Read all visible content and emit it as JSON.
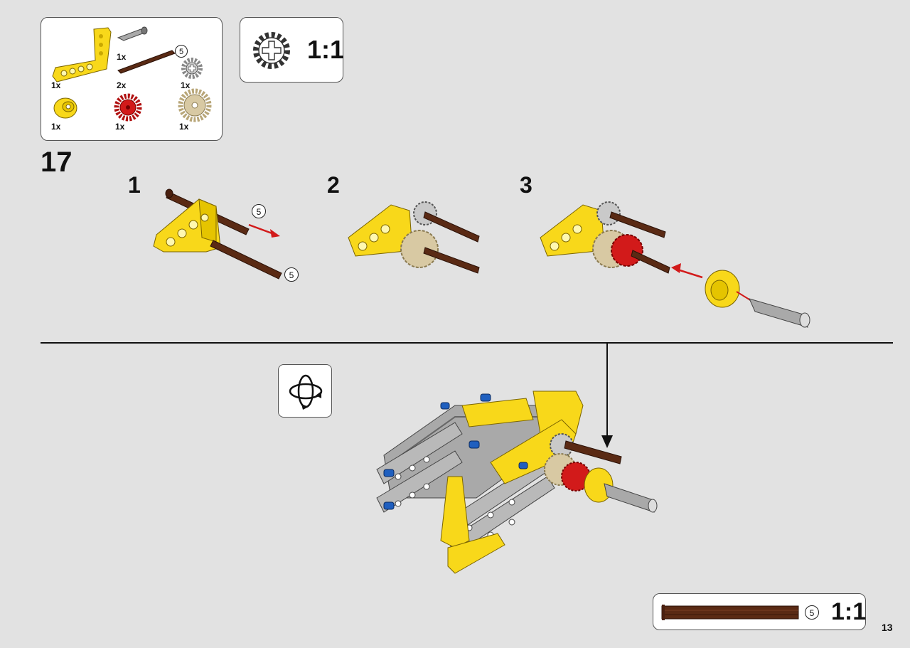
{
  "parts_list": {
    "items": [
      {
        "name": "yellow-l-beam",
        "qty": "1x"
      },
      {
        "name": "gray-connector",
        "qty": "1x"
      },
      {
        "name": "brown-axle",
        "qty": "2x",
        "size": "5"
      },
      {
        "name": "gray-gear",
        "qty": "1x"
      },
      {
        "name": "yellow-bush",
        "qty": "1x"
      },
      {
        "name": "red-gear",
        "qty": "1x"
      },
      {
        "name": "tan-gear",
        "qty": "1x"
      }
    ]
  },
  "scale_box": {
    "ratio": "1:1"
  },
  "step": {
    "number": "17",
    "substeps": [
      "1",
      "2",
      "3"
    ],
    "axle_callouts": [
      "5",
      "5"
    ]
  },
  "axle_scale": {
    "length": "5",
    "ratio": "1:1"
  },
  "page": {
    "number": "13"
  },
  "colors": {
    "yellow": "#f8d81a",
    "brown": "#5a2a14",
    "red": "#d21a1a",
    "tan": "#d8c9a3",
    "gray": "#9a9a9a",
    "blue": "#1f5fbf"
  }
}
